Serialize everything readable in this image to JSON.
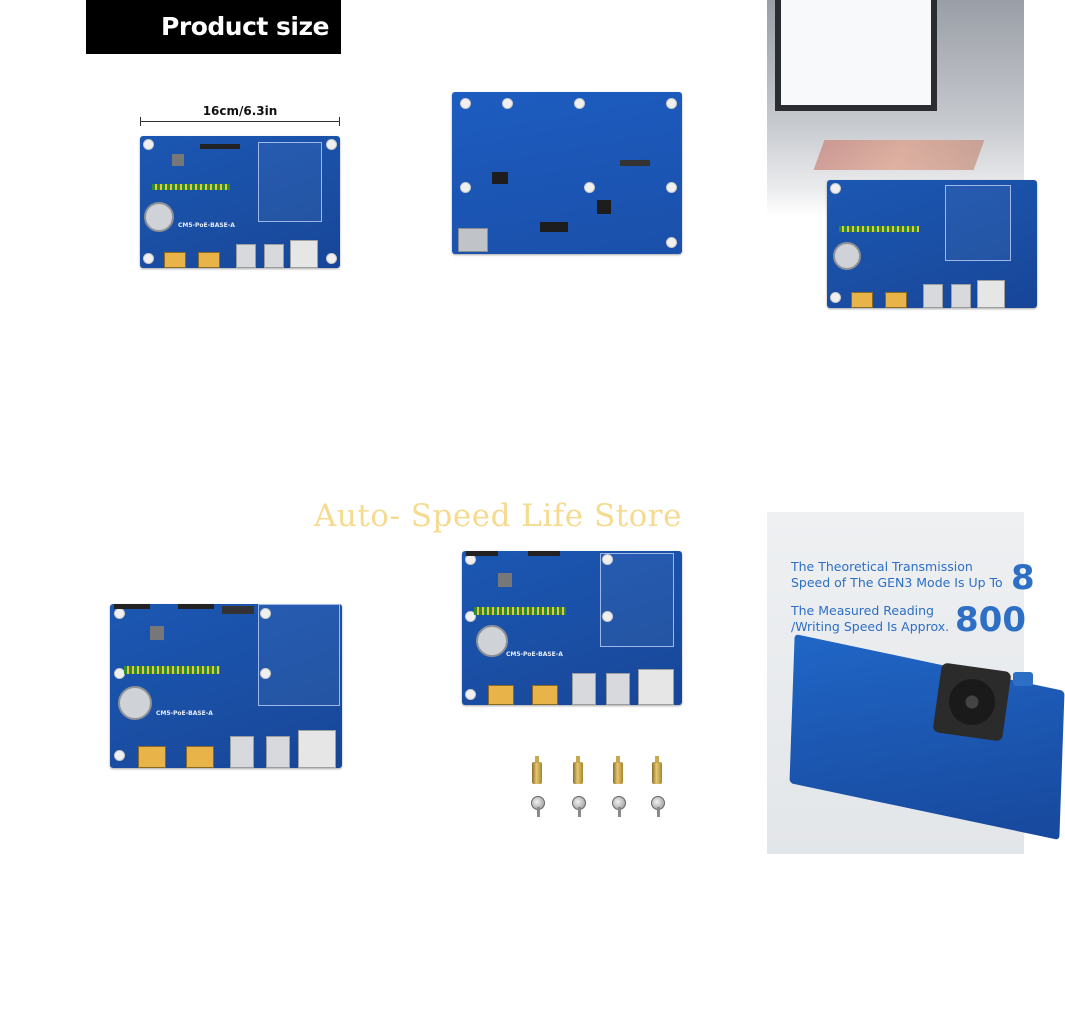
{
  "header": {
    "title": "Product size"
  },
  "dimension": {
    "label": "16cm/6.3in"
  },
  "board": {
    "silkscreen": "CM5-PoE-BASE-A"
  },
  "watermark": {
    "text": "Auto- Speed Life Store"
  },
  "promo": {
    "line1": "The Theoretical Transmission",
    "line2": "Speed of The GEN3 Mode Is Up To",
    "line2_value": "8",
    "line3": "The Measured Reading",
    "line4": "/Writing Speed Is Approx.",
    "line4_value": "800"
  },
  "colors": {
    "board_blue": "#1a4ea3",
    "promo_text": "#2d6fc4",
    "watermark": "#f5d98a"
  },
  "icons": [
    "standoff-icon",
    "screw-icon"
  ]
}
